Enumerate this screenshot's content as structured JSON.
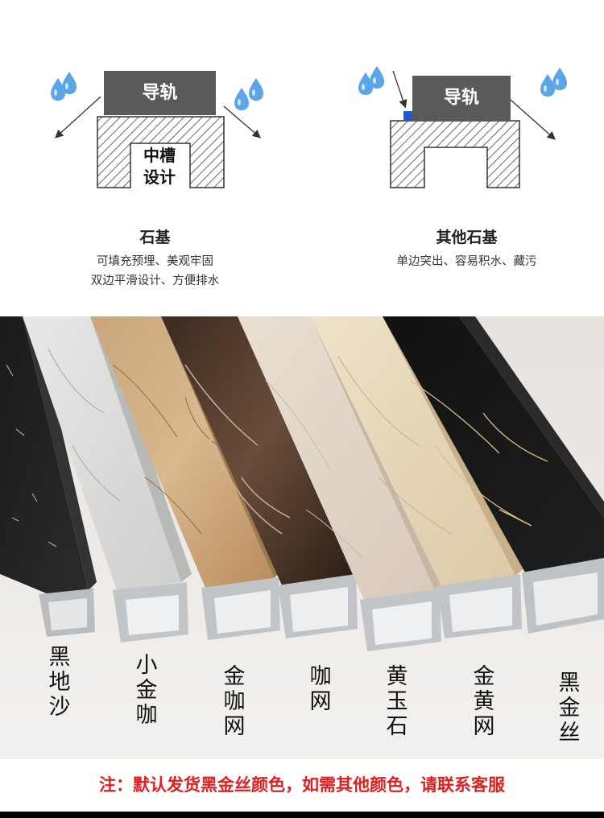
{
  "diagram_left": {
    "rail_label": "导轨",
    "groove_label": "中槽设计",
    "title": "石基",
    "lines": [
      "可填充预埋、美观牢固",
      "双边平滑设计、方便排水"
    ]
  },
  "diagram_right": {
    "rail_label": "导轨",
    "title": "其他石基",
    "lines": [
      "单边突出、容易积水、藏污"
    ]
  },
  "products": [
    {
      "name": "黑地沙"
    },
    {
      "name": "小金咖"
    },
    {
      "name": "金咖网"
    },
    {
      "name": "咖网"
    },
    {
      "name": "黄玉石"
    },
    {
      "name": "金黄网"
    },
    {
      "name": "黑金丝"
    }
  ],
  "note": "注：默认发货黑金丝颜色，如需其他颜色，请联系客服",
  "colors": {
    "note_text": "#e02020",
    "rail_box": "#5a5a5a",
    "water_drop": "#5aa6e8"
  }
}
